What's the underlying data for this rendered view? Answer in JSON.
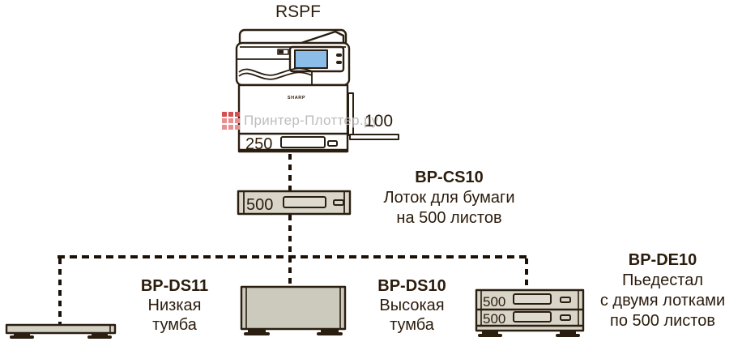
{
  "printer": {
    "label": "RSPF",
    "brand": "SHARP",
    "bypass_capacity": "100",
    "main_tray_capacity": "250"
  },
  "watermark": {
    "text": "Принтер-Плоттер.ру"
  },
  "cs10": {
    "model": "BP-CS10",
    "line1": "Лоток для бумаги",
    "line2": "на 500 листов",
    "capacity": "500"
  },
  "ds11": {
    "model": "BP-DS11",
    "line1": "Низкая",
    "line2": "тумба"
  },
  "ds10": {
    "model": "BP-DS10",
    "line1": "Высокая",
    "line2": "тумба"
  },
  "de10": {
    "model": "BP-DE10",
    "line1": "Пьедестал",
    "line2": "с двумя лотками",
    "line3": "по 500 листов",
    "capacity_top": "500",
    "capacity_bottom": "500"
  },
  "colors": {
    "outline": "#2a1e10",
    "tray_fill": "#d8d4c8",
    "cabinet_fill": "#cccabd",
    "screen_blue": "#8cbce8",
    "text": "#2b1c0c",
    "watermark_gray": "#bdbdbd",
    "watermark_red_dark": "#d44f4f",
    "watermark_red_light": "#e88f8f"
  }
}
